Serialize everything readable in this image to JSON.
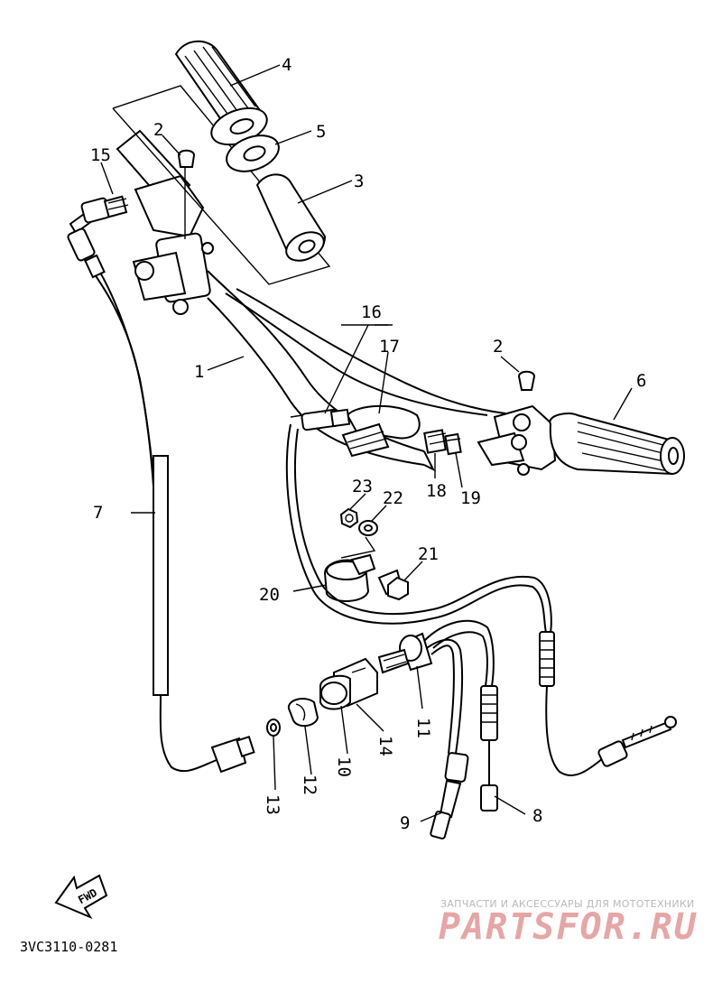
{
  "callouts": {
    "c1": "1",
    "c2a": "2",
    "c2b": "2",
    "c3": "3",
    "c4": "4",
    "c5": "5",
    "c6": "6",
    "c7": "7",
    "c8": "8",
    "c9": "9",
    "c10": "10",
    "c11": "11",
    "c12": "12",
    "c13": "13",
    "c14": "14",
    "c15": "15",
    "c16": "16",
    "c17": "17",
    "c18": "18",
    "c19": "19",
    "c20": "20",
    "c21": "21",
    "c22": "22",
    "c23": "23"
  },
  "fwd_label": "FWD",
  "diagram_code": "3VC3110-0281",
  "watermark": {
    "caption": "ЗАПЧАСТИ И АКСЕССУАРЫ ДЛЯ МОТОТЕХНИКИ",
    "brand": "PARTSFOR.RU"
  }
}
